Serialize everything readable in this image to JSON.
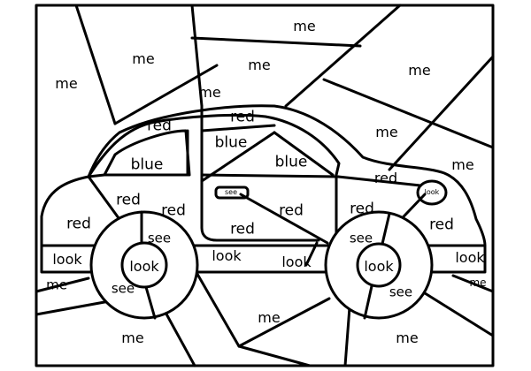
{
  "words": {
    "me": "me",
    "red": "red",
    "blue": "blue",
    "see": "see",
    "look": "look"
  },
  "colors": {
    "line": "#000000",
    "paper": "#ffffff"
  }
}
